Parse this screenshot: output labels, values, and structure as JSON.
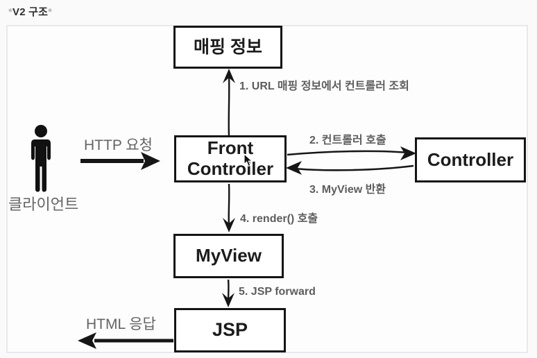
{
  "title": {
    "star": "*",
    "text": "V2 구조"
  },
  "boxes": {
    "mapping": "매핑 정보",
    "front_controller": "Front Controller",
    "controller": "Controller",
    "myview": "MyView",
    "jsp": "JSP"
  },
  "steps": {
    "step1": "1. URL 매핑 정보에서 컨트롤러 조회",
    "step2": "2. 컨트롤러 호출",
    "step3": "3. MyView 반환",
    "step4": "4. render() 호출",
    "step5": "5. JSP forward"
  },
  "flows": {
    "http_request": "HTTP 요청",
    "html_response": "HTML 응답",
    "client": "클라이언트"
  },
  "icons": {
    "person": "person-icon",
    "cursor": "mouse-cursor-icon"
  },
  "colors": {
    "box_border": "#141414",
    "box_text": "#1c1c1c",
    "step_label": "#5d5d5d",
    "flow_label": "#646464",
    "canvas_border": "#e9e9e9",
    "arrow": "#161616"
  }
}
